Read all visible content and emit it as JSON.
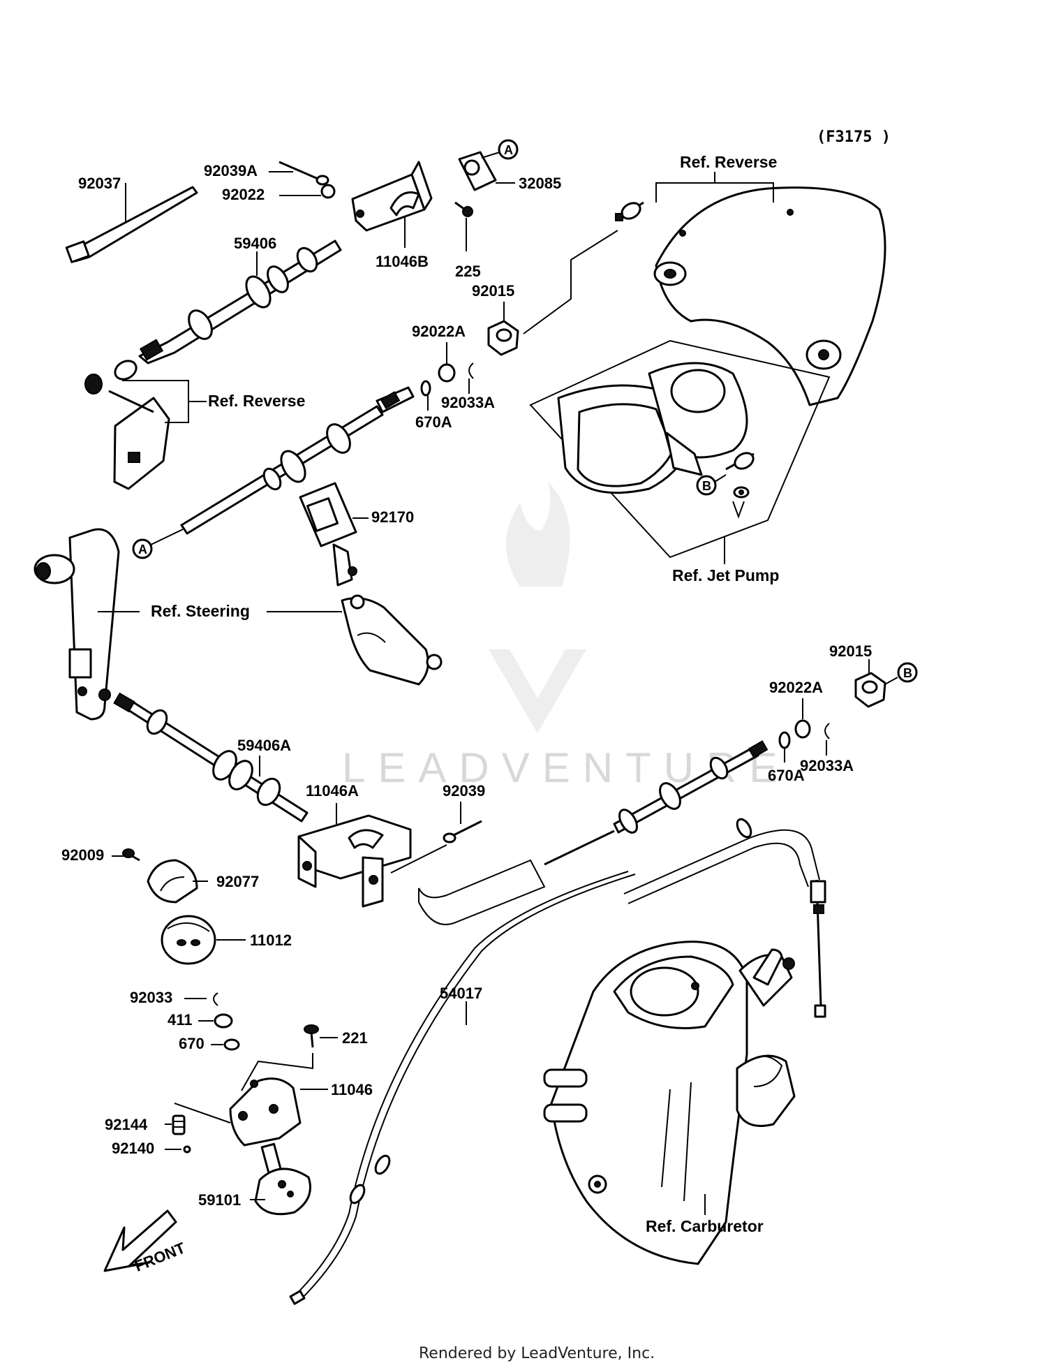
{
  "figure_code": "(F3175 )",
  "footer": "Rendered by LeadVenture, Inc.",
  "watermark": "LEADVENTURE",
  "front_label": "FRONT",
  "ref_labels": {
    "reverse_top": "Ref. Reverse",
    "reverse_left": "Ref. Reverse",
    "jet_pump": "Ref. Jet Pump",
    "steering": "Ref. Steering",
    "carburetor": "Ref. Carburetor"
  },
  "markers": {
    "a_top": "A",
    "a_bottom": "A",
    "b_pump": "B",
    "b_right": "B"
  },
  "parts": {
    "p92037": "92037",
    "p92039A": "92039A",
    "p92022": "92022",
    "p32085": "32085",
    "p59406": "59406",
    "p11046B": "11046B",
    "p225": "225",
    "p92015_top": "92015",
    "p92022A_top": "92022A",
    "p92033A_top": "92033A",
    "p670A_top": "670A",
    "p92170": "92170",
    "p92015_right": "92015",
    "p92022A_right": "92022A",
    "p92033A_right": "92033A",
    "p670A_right": "670A",
    "p59406A": "59406A",
    "p11046A": "11046A",
    "p92039": "92039",
    "p92009": "92009",
    "p92077": "92077",
    "p11012": "11012",
    "p54017": "54017",
    "p92033": "92033",
    "p411": "411",
    "p221": "221",
    "p670": "670",
    "p11046": "11046",
    "p92144": "92144",
    "p92140": "92140",
    "p59101": "59101"
  }
}
